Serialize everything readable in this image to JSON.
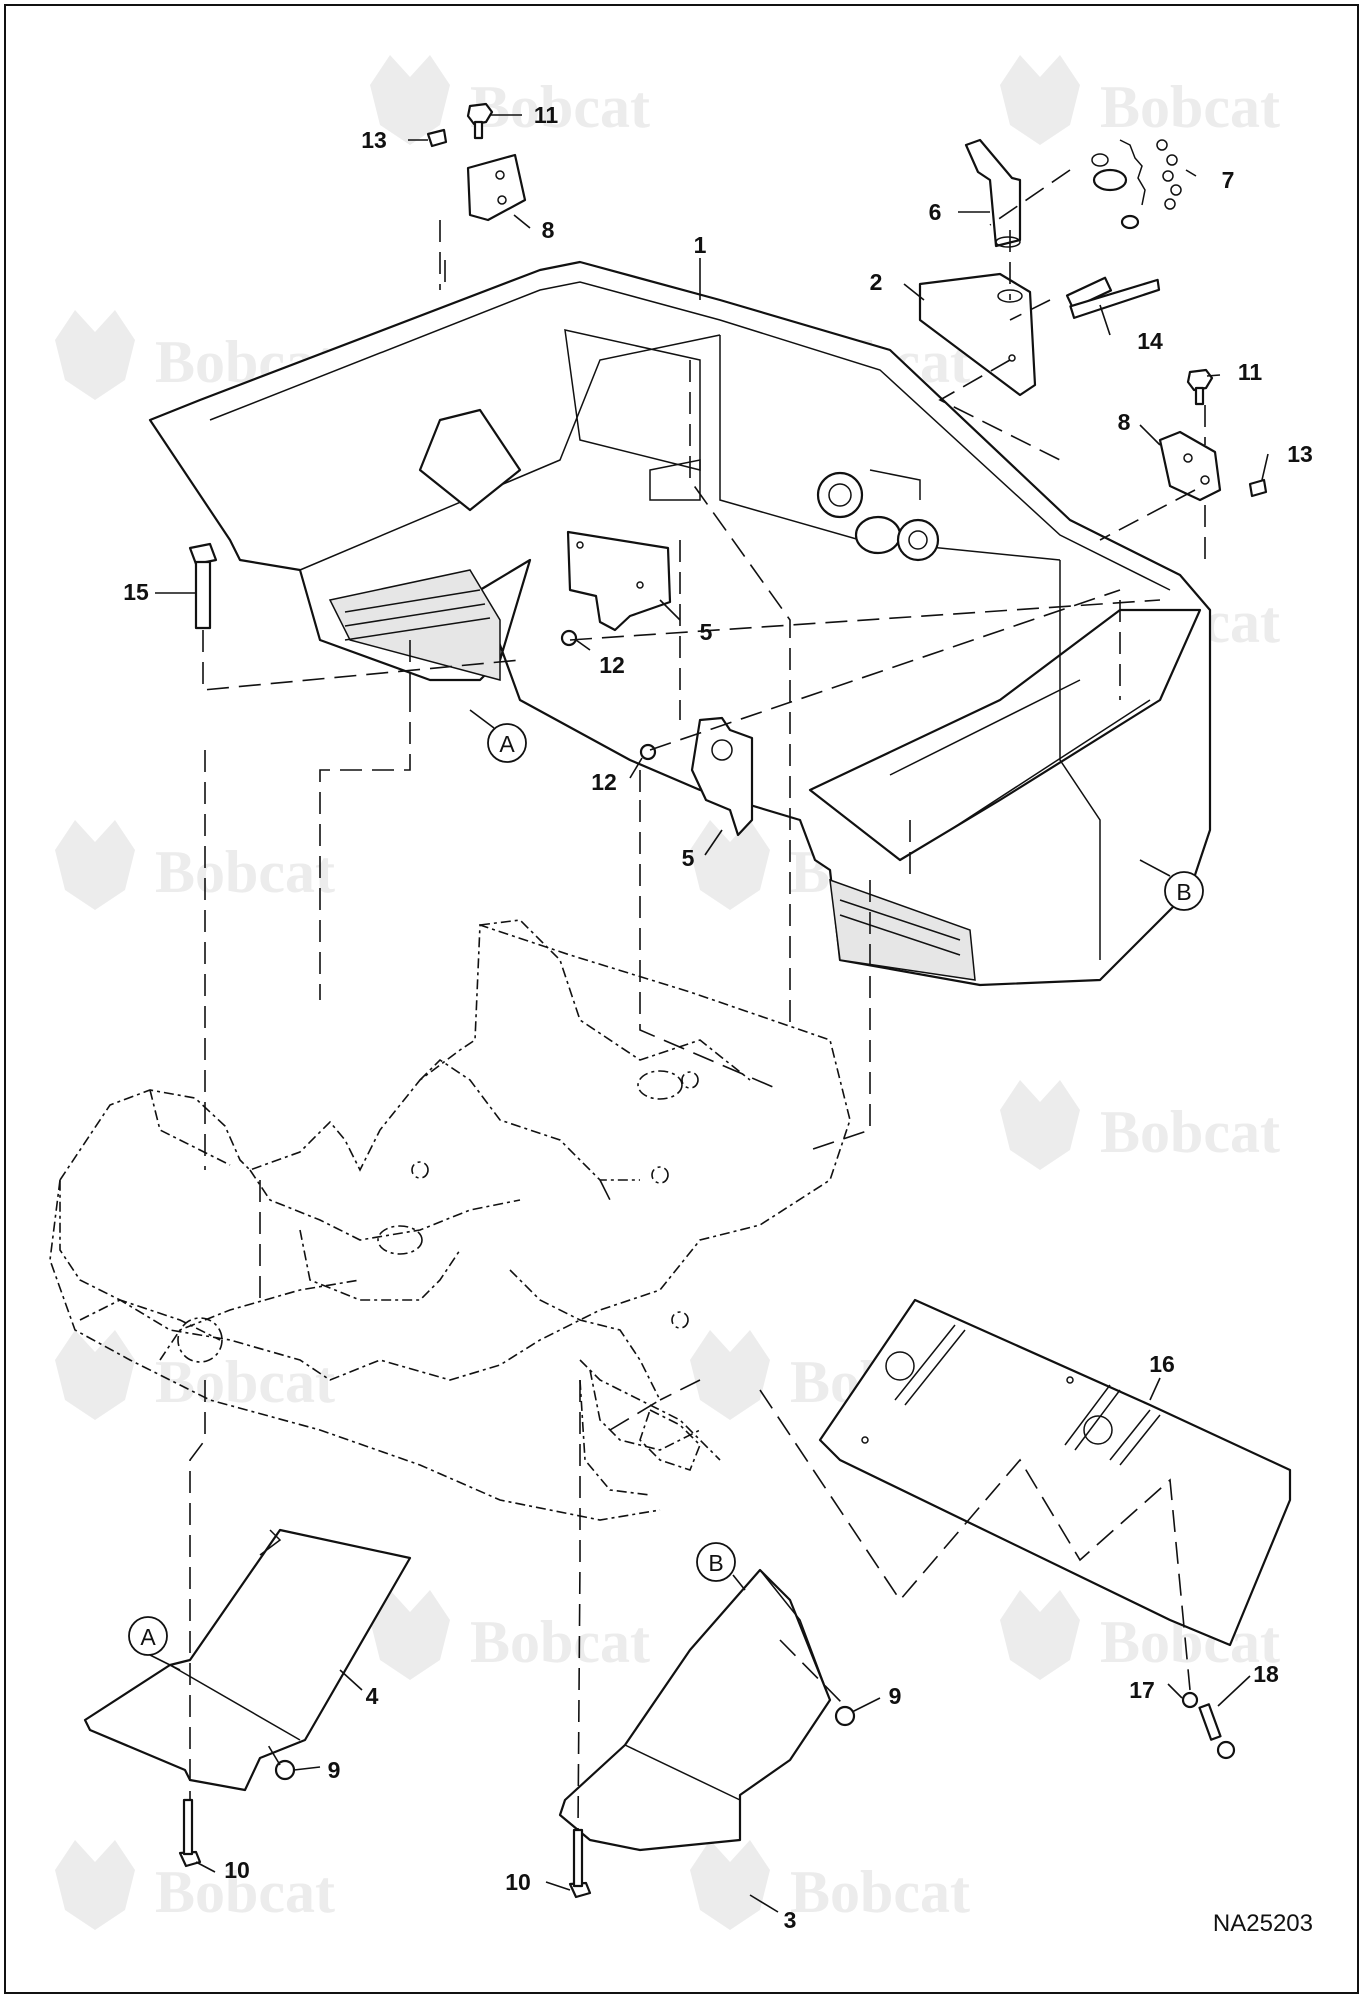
{
  "diagram": {
    "watermark_text": "Bobcat",
    "figure_code": "NA25203",
    "callouts": {
      "c1": "1",
      "c2": "2",
      "c3": "3",
      "c4": "4",
      "c5a": "5",
      "c5b": "5",
      "c6": "6",
      "c7": "7",
      "c8a": "8",
      "c8b": "8",
      "c9a": "9",
      "c9b": "9",
      "c10a": "10",
      "c10b": "10",
      "c11a": "11",
      "c11b": "11",
      "c12a": "12",
      "c12b": "12",
      "c13a": "13",
      "c13b": "13",
      "c14": "14",
      "c15": "15",
      "c16": "16",
      "c17": "17",
      "c18": "18"
    },
    "reference_marks": {
      "a1": "A",
      "a2": "A",
      "b1": "B",
      "b2": "B"
    }
  }
}
